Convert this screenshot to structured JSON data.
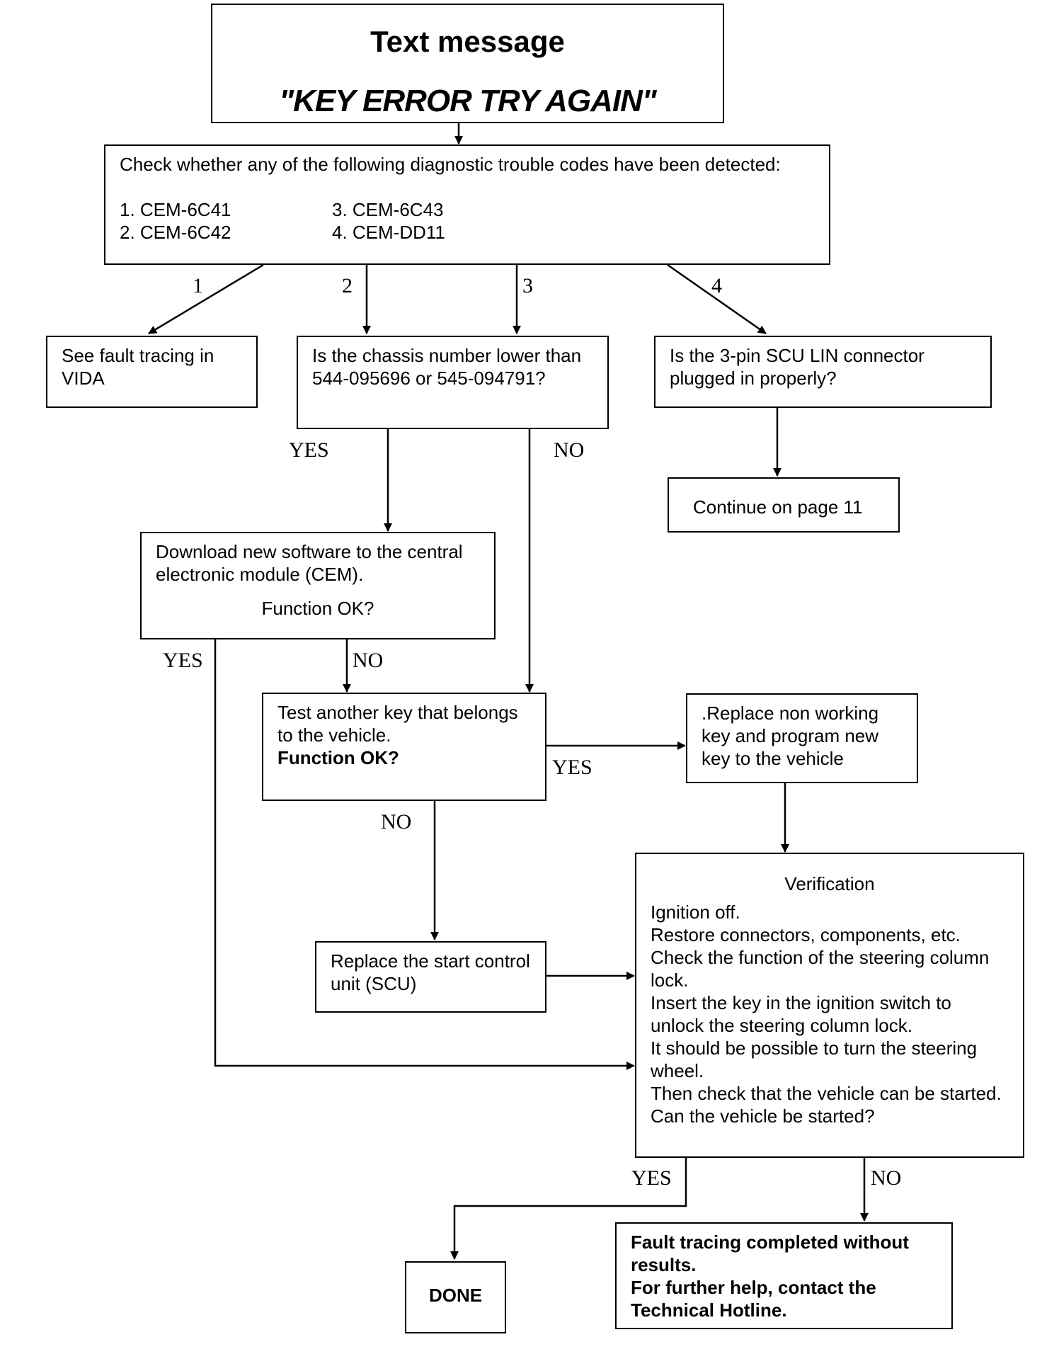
{
  "title": {
    "heading": "Text message",
    "message": "\"KEY ERROR TRY AGAIN\""
  },
  "check_codes": {
    "intro": "Check whether any of the following diagnostic trouble codes have been detected:",
    "codes": [
      "1. CEM-6C41",
      "2. CEM-6C42",
      "3. CEM-6C43",
      "4. CEM-DD11"
    ]
  },
  "branch_numbers": [
    "1",
    "2",
    "3",
    "4"
  ],
  "see_vida": "See fault tracing in VIDA",
  "chassis_question": "Is the chassis number lower than 544-095696 or 545-094791?",
  "connector_question": "Is the 3-pin SCU LIN connector plugged in properly?",
  "continue_page": "Continue on page 11",
  "download_software": {
    "text": "Download new software to the central electronic module (CEM).",
    "question": "Function OK?"
  },
  "test_key": {
    "text": "Test another key that belongs to the vehicle.",
    "question": "Function OK?"
  },
  "replace_key": ".Replace non working key and program new key to the vehicle",
  "replace_scu": "Replace the start control unit (SCU)",
  "verification": {
    "title": "Verification",
    "steps": [
      "Ignition off.",
      "Restore connectors, components, etc.",
      "Check the function of the steering column lock.",
      "Insert the key in the ignition switch to unlock the steering column lock.",
      "It should be possible to turn the steering wheel.",
      "Then check that the vehicle can be started. Can the vehicle be started?"
    ]
  },
  "done": "DONE",
  "fault_complete": {
    "line1": "Fault tracing completed without results.",
    "line2": "For further help, contact the Technical Hotline."
  },
  "labels": {
    "chassis_yes": "YES",
    "chassis_no": "NO",
    "download_yes": "YES",
    "download_no": "NO",
    "test_yes": "YES",
    "test_no": "NO",
    "verify_yes": "YES",
    "verify_no": "NO"
  }
}
